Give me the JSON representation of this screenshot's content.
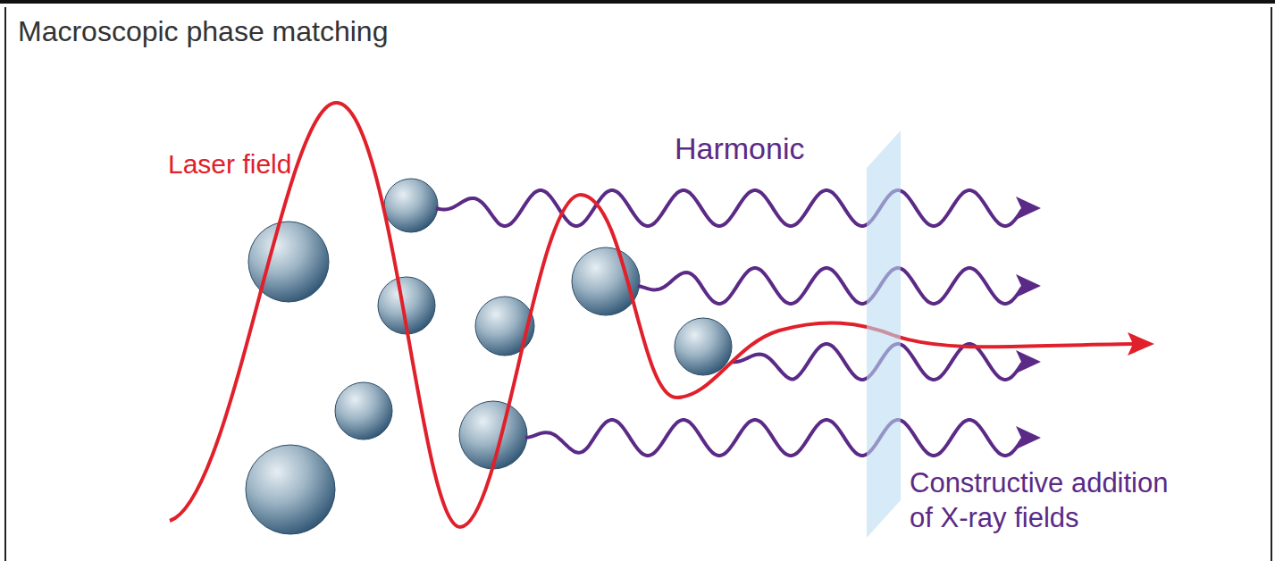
{
  "diagram": {
    "title": "Macroscopic phase matching",
    "labels": [
      "Laser field",
      "Harmonic",
      "Constructive addition of X-ray fields"
    ]
  }
}
